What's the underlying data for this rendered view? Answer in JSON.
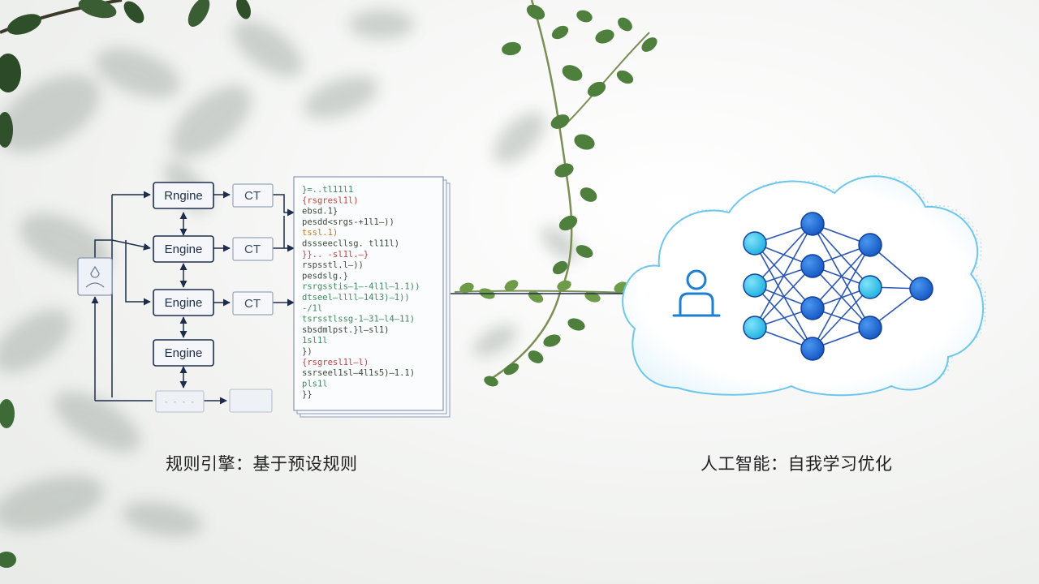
{
  "left_diagram": {
    "engine_labels": [
      "Rngine",
      "Engine",
      "Engine",
      "Engine"
    ],
    "ct_labels": [
      "CT",
      "CT",
      "CT"
    ],
    "bottom_box_text": "- - - -",
    "code_lines": [
      {
        "text": "}=..tl11l1",
        "color": "#3f8a5a"
      },
      {
        "text": "  {rsgresl1l)",
        "color": "#c0423b"
      },
      {
        "text": "    ebsd.1}",
        "color": "#3a4a3a"
      },
      {
        "text": "    pesdd<srgs-+1l1—))",
        "color": "#3a4a3a"
      },
      {
        "text": "    tssl.1)",
        "color": "#c07a2a"
      },
      {
        "text": "    dssseecllsg.  tl11l)",
        "color": "#3a4a3a"
      },
      {
        "text": "}}..    -sl1l.—}",
        "color": "#c0423b"
      },
      {
        "text": "    rspsstl.l—))",
        "color": "#3a4a3a"
      },
      {
        "text": "    pesdslg.}",
        "color": "#3a4a3a"
      },
      {
        "text": "    rsrgsstis—1—-4l1l—1.1))",
        "color": "#3f8a5a"
      },
      {
        "text": "    dtseel—llll—14l3)—1))",
        "color": "#3f8a5a"
      },
      {
        "text": "   -/1l",
        "color": "#3f8a5a"
      },
      {
        "text": "    tsrsstlssg-1—31—l4—11)",
        "color": "#3f8a5a"
      },
      {
        "text": "    sbsdmlpst.}l—sl1)",
        "color": "#3a4a3a"
      },
      {
        "text": "   1sl1l",
        "color": "#3f8a5a"
      },
      {
        "text": "})",
        "color": "#3a4a3a"
      },
      {
        "text": "  {rsgresl1l—l)",
        "color": "#c0423b"
      },
      {
        "text": "    ssrseel1sl—4l1s5)—1.1)",
        "color": "#3a4a3a"
      },
      {
        "text": "    pls1l",
        "color": "#3f8a5a"
      },
      {
        "text": "}}",
        "color": "#3a4a3a"
      }
    ]
  },
  "captions": {
    "left": "规则引擎：基于预设规则",
    "right": "人工智能：自我学习优化"
  },
  "colors": {
    "diagram_line": "#1e2d4d",
    "neural_dark": "#1a6fd8",
    "neural_light": "#33c4ec",
    "neural_edge": "#2a56b8",
    "cloud_outline": "#6fc6ec"
  },
  "icons": [
    "user-profile-icon",
    "person-icon",
    "neural-network-icon",
    "cloud-icon"
  ]
}
